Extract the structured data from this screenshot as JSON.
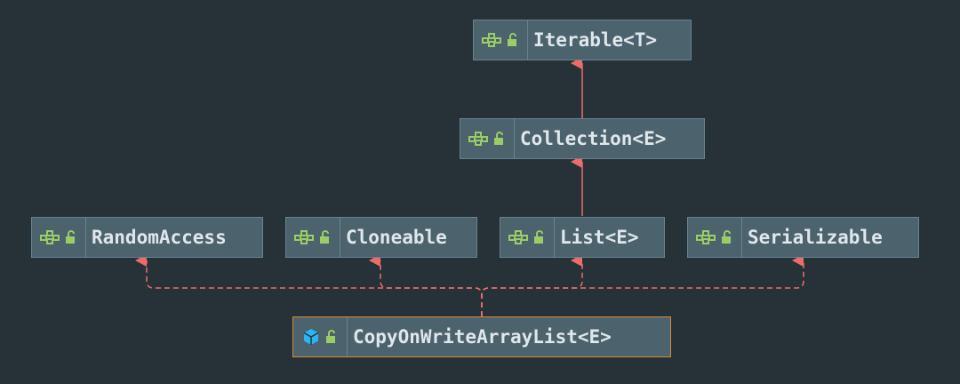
{
  "diagram": {
    "nodes": {
      "iterable": {
        "label": "Iterable<T>",
        "type_icon": "interface-icon",
        "access_icon": "unlocked-padlock-icon"
      },
      "collection": {
        "label": "Collection<E>",
        "type_icon": "interface-icon",
        "access_icon": "unlocked-padlock-icon"
      },
      "random_access": {
        "label": "RandomAccess",
        "type_icon": "interface-icon",
        "access_icon": "unlocked-padlock-icon"
      },
      "cloneable": {
        "label": "Cloneable",
        "type_icon": "interface-icon",
        "access_icon": "unlocked-padlock-icon"
      },
      "list": {
        "label": "List<E>",
        "type_icon": "interface-icon",
        "access_icon": "unlocked-padlock-icon"
      },
      "serializable": {
        "label": "Serializable",
        "type_icon": "interface-icon",
        "access_icon": "unlocked-padlock-icon"
      },
      "copy_on_write_array_list": {
        "label": "CopyOnWriteArrayList<E>",
        "type_icon": "class-icon",
        "access_icon": "unlocked-padlock-icon",
        "selected": true
      }
    },
    "edges": [
      {
        "from": "collection",
        "to": "iterable",
        "kind": "extends"
      },
      {
        "from": "list",
        "to": "collection",
        "kind": "extends"
      },
      {
        "from": "copy_on_write_array_list",
        "to": "random_access",
        "kind": "implements"
      },
      {
        "from": "copy_on_write_array_list",
        "to": "cloneable",
        "kind": "implements"
      },
      {
        "from": "copy_on_write_array_list",
        "to": "list",
        "kind": "implements"
      },
      {
        "from": "copy_on_write_array_list",
        "to": "serializable",
        "kind": "implements"
      }
    ],
    "colors": {
      "background": "#263238",
      "node_fill": "#4c636d",
      "node_border": "#67828e",
      "selected_border": "#d6893a",
      "label_text": "#dfe7ec",
      "edge": "#ec6c6c",
      "interface_icon": "#9ccc65",
      "class_icon": "#29b6f6"
    }
  }
}
